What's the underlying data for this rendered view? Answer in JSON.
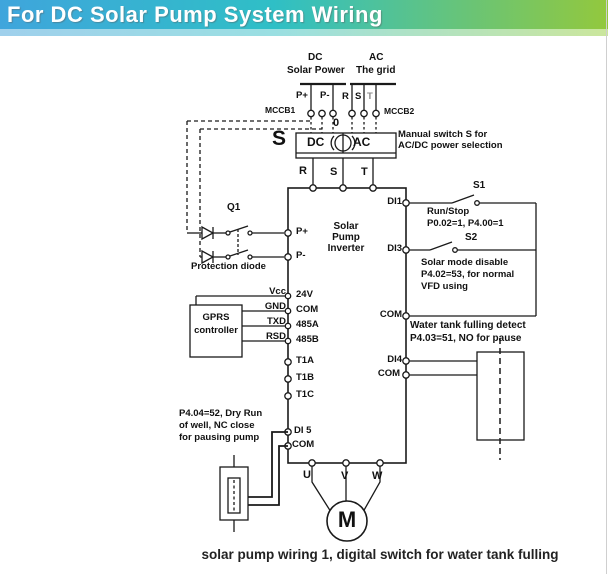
{
  "header": {
    "title": "For DC Solar Pump System Wiring",
    "gradient_left": "#3fa5dc",
    "gradient_mid": "#2fbfc6",
    "gradient_right": "#93c83d"
  },
  "caption": "solar pump wiring 1, digital switch for water tank fulling",
  "sources": {
    "dc": {
      "line1": "DC",
      "line2": "Solar Power"
    },
    "ac": {
      "line1": "AC",
      "line2": "The grid"
    }
  },
  "breakers": {
    "mccb1": "MCCB1",
    "mccb2": "MCCB2"
  },
  "dc_terminals": {
    "p_plus": "P+",
    "p_minus": "P-"
  },
  "grid_terminals": {
    "r": "R",
    "s": "S",
    "t": "T"
  },
  "selector": {
    "label": "S",
    "zero": "0",
    "dc": "DC",
    "ac": "AC",
    "note_line1": "Manual switch S for",
    "note_line2": "AC/DC power selection"
  },
  "switch_output": {
    "r": "R",
    "s": "S",
    "t": "T"
  },
  "protection": {
    "q1": "Q1",
    "label": "Protection diode"
  },
  "inverter": {
    "name_line1": "Solar",
    "name_line2": "Pump",
    "name_line3": "Inverter",
    "left_terminals": [
      "P+",
      "P-",
      "24V",
      "COM",
      "485A",
      "485B",
      "T1A",
      "T1B",
      "T1C",
      "DI 5",
      "COM"
    ],
    "right_terminals": [
      "DI1",
      "DI3",
      "COM",
      "DI4",
      "COM"
    ],
    "bottom_terminals": [
      "U",
      "V",
      "W"
    ]
  },
  "gprs": {
    "name_line1": "GPRS",
    "name_line2": "controller",
    "pins": [
      "Vcc",
      "GND",
      "TXD",
      "RSD"
    ]
  },
  "switches": {
    "s1": "S1",
    "s2": "S2"
  },
  "notes": {
    "run_stop": [
      "Run/Stop",
      "P0.02=1, P4.00=1"
    ],
    "solar_mode": [
      "Solar mode disable",
      "P4.02=53, for normal",
      "VFD using"
    ],
    "water_tank": [
      "Water tank fulling detect",
      "P4.03=51, NO for pause"
    ],
    "dry_run": [
      "P4.04=52, Dry Run",
      "of well, NC close",
      "for pausing pump"
    ]
  },
  "motor": {
    "label": "M"
  }
}
